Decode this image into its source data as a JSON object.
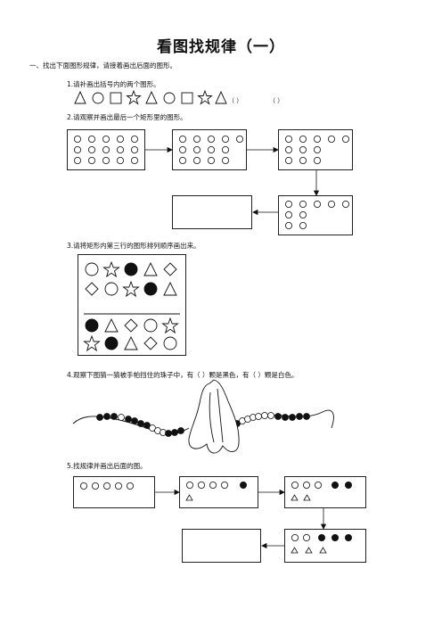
{
  "title": "看图找规律（一）",
  "section_heading": "一、找出下面图形规律，请接着画出后面的图形。",
  "q1": {
    "prompt": "1.请补画出括号内的两个图形。",
    "blank1": "（    ）",
    "blank2": "（    ）"
  },
  "q2": {
    "prompt": "2.请观察并画出最后一个矩形里的图形。"
  },
  "q3": {
    "prompt": "3.请将矩形内第三行的图形排列顺序画出来。"
  },
  "q4": {
    "prompt": "4.观察下图猜一猜被手帕挡住的珠子中，有（     ）颗是黑色，有（     ）颗是白色。"
  },
  "q5": {
    "prompt": "5.找规律并画出后面的图。"
  },
  "colors": {
    "ink": "#111111",
    "background": "#ffffff"
  }
}
